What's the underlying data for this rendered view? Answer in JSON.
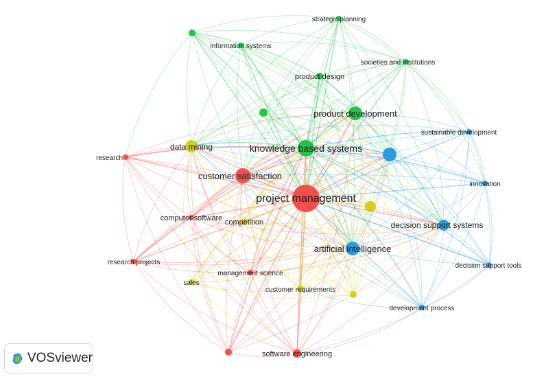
{
  "brand": {
    "name": "VOSviewer",
    "icon": "vosviewer-logo-icon"
  },
  "colors": {
    "red": "#f2504a",
    "green": "#27c24c",
    "blue": "#2a9de0",
    "yellow": "#d5cf1b"
  },
  "clusters": [
    {
      "id": "red",
      "color": "#f2504a"
    },
    {
      "id": "green",
      "color": "#27c24c"
    },
    {
      "id": "blue",
      "color": "#2a9de0"
    },
    {
      "id": "yellow",
      "color": "#d5cf1b"
    }
  ],
  "nodes": [
    {
      "id": "project-management",
      "label": "project management",
      "cluster": "red"
    },
    {
      "id": "customer-satisfaction",
      "label": "customer satisfaction",
      "cluster": "red"
    },
    {
      "id": "research",
      "label": "research",
      "cluster": "red"
    },
    {
      "id": "computer-software",
      "label": "computer software",
      "cluster": "red"
    },
    {
      "id": "research-projects",
      "label": "research projects",
      "cluster": "red"
    },
    {
      "id": "management-science",
      "label": "management science",
      "cluster": "red"
    },
    {
      "id": "software-engineering",
      "label": "software engineering",
      "cluster": "red"
    },
    {
      "id": "unlabeled-red",
      "label": "",
      "cluster": "red"
    },
    {
      "id": "knowledge-based-systems",
      "label": "knowledge based systems",
      "cluster": "green"
    },
    {
      "id": "product-development",
      "label": "product development",
      "cluster": "green"
    },
    {
      "id": "product-design",
      "label": "product design",
      "cluster": "green"
    },
    {
      "id": "strategic-planning",
      "label": "strategic planning",
      "cluster": "green"
    },
    {
      "id": "information-systems",
      "label": "information systems",
      "cluster": "green"
    },
    {
      "id": "societies-and-institutions",
      "label": "societies and institutions",
      "cluster": "green"
    },
    {
      "id": "unlabeled-green-1",
      "label": "",
      "cluster": "green"
    },
    {
      "id": "unlabeled-green-2",
      "label": "",
      "cluster": "green"
    },
    {
      "id": "artificial-intelligence",
      "label": "artificial intelligence",
      "cluster": "blue"
    },
    {
      "id": "decision-support-systems",
      "label": "decision support systems",
      "cluster": "blue"
    },
    {
      "id": "sustainable-development",
      "label": "sustainable development",
      "cluster": "blue"
    },
    {
      "id": "innovation",
      "label": "innovation",
      "cluster": "blue"
    },
    {
      "id": "decision-support-tools",
      "label": "decision support tools",
      "cluster": "blue"
    },
    {
      "id": "development-process",
      "label": "development process",
      "cluster": "blue"
    },
    {
      "id": "unlabeled-blue",
      "label": "",
      "cluster": "blue"
    },
    {
      "id": "data-mining",
      "label": "data mining",
      "cluster": "yellow"
    },
    {
      "id": "competition",
      "label": "competition",
      "cluster": "yellow"
    },
    {
      "id": "sales",
      "label": "sales",
      "cluster": "yellow"
    },
    {
      "id": "customer-requirements",
      "label": "customer requirements",
      "cluster": "yellow"
    },
    {
      "id": "unlabeled-yellow-1",
      "label": "",
      "cluster": "yellow"
    },
    {
      "id": "unlabeled-yellow-2",
      "label": "",
      "cluster": "yellow"
    }
  ]
}
